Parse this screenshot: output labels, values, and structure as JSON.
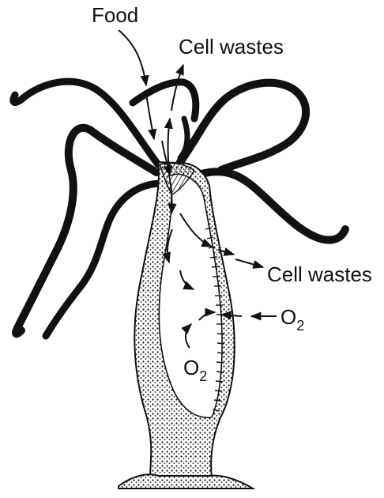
{
  "labels": {
    "food": "Food",
    "cell_wastes_top": "Cell wastes",
    "cell_wastes_right": "Cell wastes",
    "o2_right": {
      "base": "O",
      "sub": "2"
    },
    "o2_inner": {
      "base": "O",
      "sub": "2"
    }
  },
  "colors": {
    "ink": "#111111",
    "body_fill": "#ffffff"
  }
}
